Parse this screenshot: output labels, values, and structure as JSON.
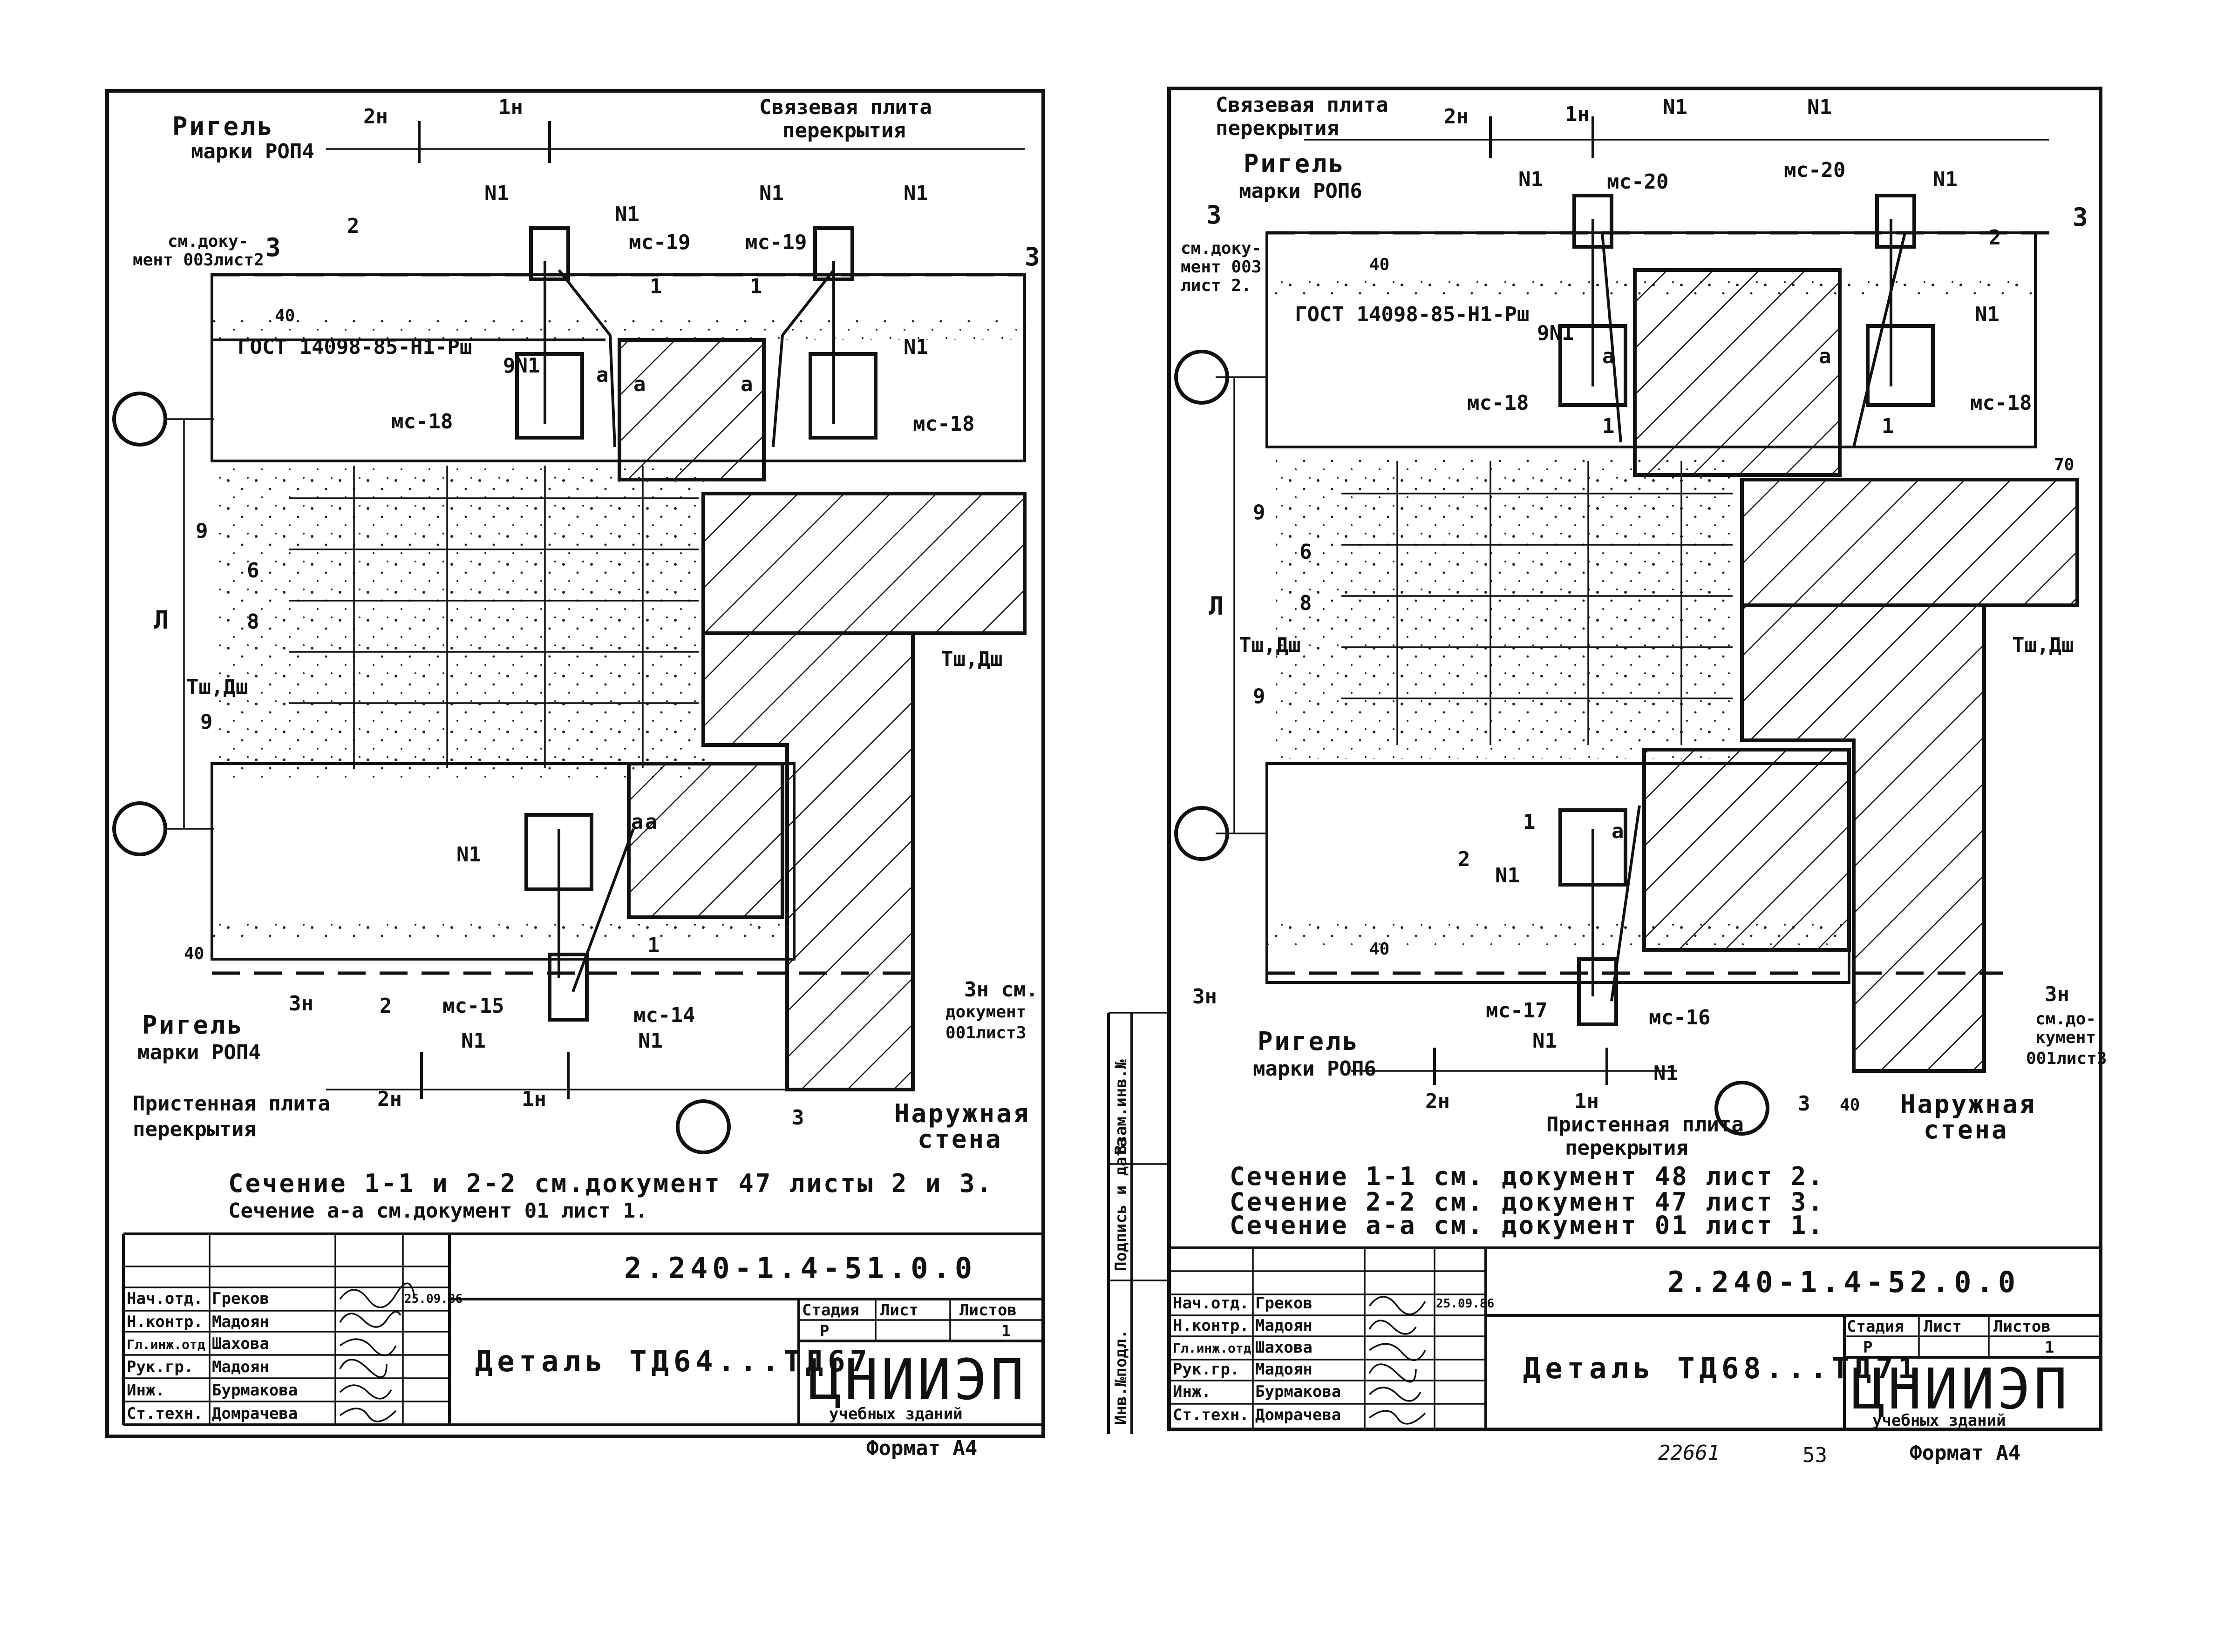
{
  "left_sheet": {
    "labels": {
      "dim_2n_top": "2н",
      "dim_1n_top": "1н",
      "slab_tie_1": "Связевая плита",
      "slab_tie_2": "перекрытия",
      "rigel_1": "Ригель",
      "rigel_2": "марки РОП4",
      "see_doc_1": "см.доку-",
      "see_doc_2": "мент 003лист2",
      "sec_3_left": "3",
      "sec_3_right": "3",
      "n1_a": "N1",
      "n1_b": "N1",
      "n1_c": "N1",
      "n1_d": "N1",
      "mc19_a": "мс-19",
      "mc19_b": "мс-19",
      "num2_top": "2",
      "num1_a": "1",
      "num1_b": "1",
      "dim40_top": "40",
      "gost": "ГОСТ 14098-85-Н1-Рш",
      "n9": "9N1",
      "a1": "a",
      "a2": "a",
      "a3": "a",
      "n1_e": "N1",
      "mc18_a": "мс-18",
      "mc18_b": "мс-18",
      "num9_a": "9",
      "num6": "6",
      "num8": "8",
      "dim_l": "Л",
      "tsh_dsh_a": "Тш,Дш",
      "tsh_dsh_b": "Тш,Дш",
      "num9_b": "9",
      "a4": "a",
      "a5": "a",
      "n1_f": "N1",
      "num1_c": "1",
      "dim40_bot": "40",
      "sec3n": "3н",
      "num2_bot": "2",
      "mc15": "мс-15",
      "mc14": "мс-14",
      "n1_g": "N1",
      "n1_h": "N1",
      "rigel_b1": "Ригель",
      "rigel_b2": "марки РОП4",
      "dim_2n_bot": "2н",
      "dim_1n_bot": "1н",
      "wall_slab_1": "Пристенная плита",
      "wall_slab_2": "перекрытия",
      "num3": "3",
      "outer_wall_1": "Наружная",
      "outer_wall_2": "стена",
      "sec3n_note_1": "3н см.",
      "sec3n_note_2": "документ",
      "sec3n_note_3": "001лист3"
    },
    "notes": [
      "Сечение 1-1 и 2-2 см.документ 47 листы 2 и 3.",
      "Сечение а-а см.документ 01 лист 1."
    ],
    "code": "2.240-1.4-51.0.0",
    "staff": [
      {
        "role": "Нач.отд.",
        "name": "Греков",
        "date": "25.09.86"
      },
      {
        "role": "Н.контр.",
        "name": "Мадоян",
        "date": ""
      },
      {
        "role": "Гл.инж.отд",
        "name": "Шахова",
        "date": ""
      },
      {
        "role": "Рук.гр.",
        "name": "Мадоян",
        "date": ""
      },
      {
        "role": "Инж.",
        "name": "Бурмакова",
        "date": ""
      },
      {
        "role": "Ст.техн.",
        "name": "Домрачева",
        "date": ""
      }
    ],
    "title": "Деталь ТД64...ТД67",
    "stage_header": "Стадия",
    "sheet_header": "Лист",
    "sheets_header": "Листов",
    "stage": "Р",
    "sheets": "1",
    "org": "ЦНИИЭП",
    "org_sub": "учебных зданий",
    "format": "Формат А4"
  },
  "right_sheet": {
    "labels": {
      "slab_tie_1": "Связевая плита",
      "slab_tie_2": "перекрытия",
      "dim_2n_top": "2н",
      "dim_1n_top": "1н",
      "n1_a": "N1",
      "n1_b": "N1",
      "rigel_1": "Ригель",
      "rigel_2": "марки РОП6",
      "n1_c": "N1",
      "mc20_a": "мс-20",
      "mc20_b": "мс-20",
      "n1_d": "N1",
      "sec_3_left": "3",
      "sec_3_right": "3",
      "see_doc_1": "см.доку-",
      "see_doc_2": "мент 003",
      "see_doc_3": "лист 2.",
      "dim40_top": "40",
      "num2_top": "2",
      "gost": "ГОСТ 14098-85-Н1-Рш",
      "n9": "9N1",
      "a1": "a",
      "a2": "a",
      "n1_e": "N1",
      "mc18_a": "мс-18",
      "mc18_b": "мс-18",
      "num1_a": "1",
      "num1_b": "1",
      "dim70": "70",
      "num9_a": "9",
      "num6": "6",
      "num8": "8",
      "dim_l": "Л",
      "tsh_dsh_a": "Тш,Дш",
      "tsh_dsh_b": "Тш,Дш",
      "num9_b": "9",
      "num1_c": "1",
      "a3": "a",
      "num2_bot": "2",
      "n1_f": "N1",
      "dim40_bot": "40",
      "sec3n": "3н",
      "mc17": "мс-17",
      "mc16": "мс-16",
      "n1_g": "N1",
      "n1_h": "N1",
      "rigel_b1": "Ригель",
      "rigel_b2": "марки РОП6",
      "dim_2n_bot": "2н",
      "dim_1n_bot": "1н",
      "wall_slab_1": "Пристенная плита",
      "wall_slab_2": "перекрытия",
      "num3": "3",
      "dim40_wall": "40",
      "outer_wall_1": "Наружная",
      "outer_wall_2": "стена",
      "sec3n_note_1": "3н",
      "sec3n_note_2": "см.до-",
      "sec3n_note_3": "кумент",
      "sec3n_note_4": "001лист3"
    },
    "notes": [
      "Сечение 1-1 см. документ 48 лист 2.",
      "Сечение 2-2 см. документ 47 лист 3.",
      "Сечение а-а см. документ 01 лист 1."
    ],
    "side_stamp": [
      "Инв.№подл.",
      "Подпись и дата",
      "Взам.инв.№"
    ],
    "code": "2.240-1.4-52.0.0",
    "staff": [
      {
        "role": "Нач.отд.",
        "name": "Греков",
        "date": "25.09.86"
      },
      {
        "role": "Н.контр.",
        "name": "Мадоян",
        "date": ""
      },
      {
        "role": "Гл.инж.отд",
        "name": "Шахова",
        "date": ""
      },
      {
        "role": "Рук.гр.",
        "name": "Мадоян",
        "date": ""
      },
      {
        "role": "Инж.",
        "name": "Бурмакова",
        "date": ""
      },
      {
        "role": "Ст.техн.",
        "name": "Домрачева",
        "date": ""
      }
    ],
    "title": "Деталь ТД68...ТД71",
    "stage_header": "Стадия",
    "sheet_header": "Лист",
    "sheets_header": "Листов",
    "stage": "Р",
    "sheets": "1",
    "org": "ЦНИИЭП",
    "org_sub": "учебных зданий",
    "format": "Формат А4",
    "inv_number": "22661",
    "page_number": "53"
  }
}
